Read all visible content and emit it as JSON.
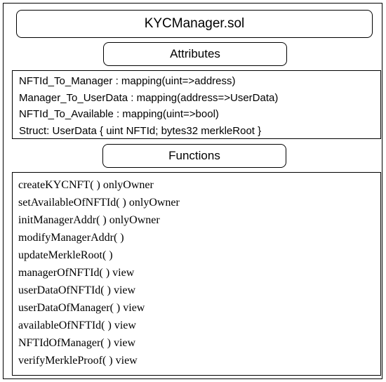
{
  "title": "KYCManager.sol",
  "attributes": {
    "header": "Attributes",
    "items": [
      "NFTId_To_Manager : mapping(uint=>address)",
      "Manager_To_UserData : mapping(address=>UserData)",
      "NFTId_To_Available : mapping(uint=>bool)",
      "Struct: UserData { uint NFTId; bytes32 merkleRoot }"
    ]
  },
  "functions": {
    "header": "Functions",
    "items": [
      "createKYCNFT( ) onlyOwner",
      "setAvailableOfNFTId( ) onlyOwner",
      "initManagerAddr( ) onlyOwner",
      "modifyManagerAddr( )",
      "updateMerkleRoot( )",
      "managerOfNFTId( ) view",
      "userDataOfNFTId( ) view",
      "userDataOfManager( ) view",
      "availableOfNFTId( ) view",
      "NFTIdOfManager( ) view",
      "verifyMerkleProof( ) view"
    ]
  }
}
